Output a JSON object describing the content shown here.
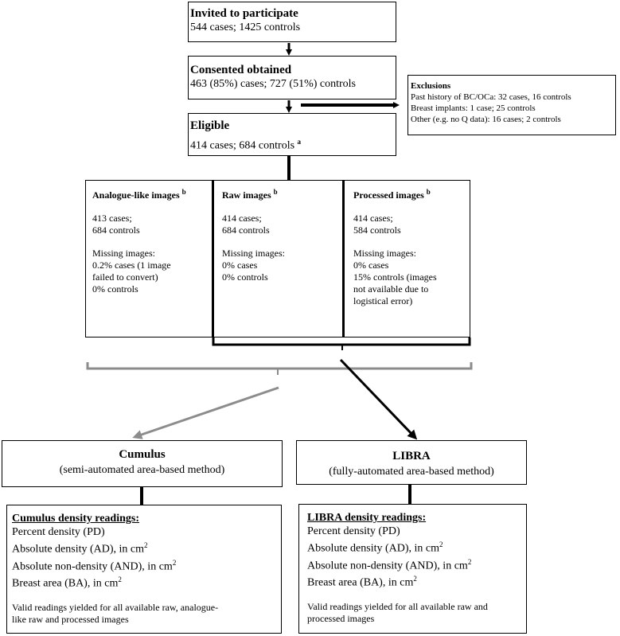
{
  "invited": {
    "title": "Invited to participate",
    "line1": "544 cases; 1425 controls"
  },
  "consented": {
    "title": "Consented obtained",
    "line1": "463 (85%) cases; 727 (51%) controls"
  },
  "eligible": {
    "title": "Eligible",
    "line1": "414 cases; 684 controls",
    "footnote": "a"
  },
  "exclusions": {
    "title": "Exclusions",
    "items": [
      "Past history of BC/OCa: 32 cases, 16 controls",
      "Breast implants: 1 case; 25 controls",
      "Other (e.g. no Q data): 16 cases; 2 controls"
    ]
  },
  "image_types": [
    {
      "title": "Analogue-like images",
      "sup": "b",
      "counts": [
        "413 cases;",
        "684 controls"
      ],
      "missing_label": "Missing images:",
      "missing": [
        "0.2% cases (1 image",
        "failed to convert)",
        "0% controls"
      ]
    },
    {
      "title": "Raw images",
      "sup": "b",
      "counts": [
        "414 cases;",
        "684 controls"
      ],
      "missing_label": "Missing images:",
      "missing": [
        "0% cases",
        "0% controls"
      ]
    },
    {
      "title": "Processed images",
      "sup": "b",
      "counts": [
        "414 cases;",
        "584 controls"
      ],
      "missing_label": "Missing images:",
      "missing": [
        "0% cases",
        "15% controls (images",
        "not available due to",
        "logistical error)"
      ]
    }
  ],
  "cumulus": {
    "title": "Cumulus",
    "subtitle": "(semi-automated area-based method)"
  },
  "libra": {
    "title": "LIBRA",
    "subtitle": "(fully-automated area-based method)"
  },
  "cumulus_readings": {
    "title": "Cumulus density readings:",
    "items": [
      "Percent density (PD)",
      "Absolute density (AD), in cm",
      "Absolute non-density (AND), in cm",
      "Breast area (BA), in cm"
    ],
    "unit_sup": "2",
    "note": [
      "Valid readings yielded for all available raw, analogue-",
      "like raw and processed images"
    ]
  },
  "libra_readings": {
    "title": "LIBRA density readings:",
    "items": [
      "Percent density (PD)",
      "Absolute density (AD), in cm",
      "Absolute non-density (AND), in cm",
      "Breast area (BA), in cm"
    ],
    "unit_sup": "2",
    "note": [
      "Valid readings yielded for all available raw and",
      "processed images"
    ]
  },
  "colors": {
    "line": "#000000",
    "gray": "#8c8c8c"
  }
}
